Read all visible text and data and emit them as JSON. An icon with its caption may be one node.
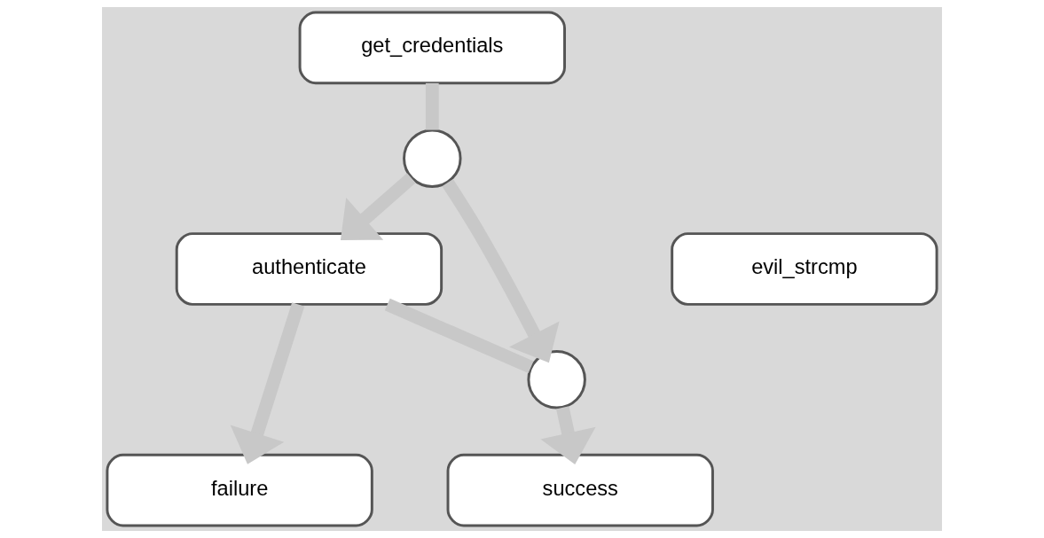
{
  "diagram": {
    "nodes": [
      {
        "text": [
          "get_credentials"
        ]
      },
      {
        "text": [],
        "shape": "circle"
      },
      {
        "text": [
          "authenticate"
        ]
      },
      {
        "text": [
          "evil_strcmp"
        ]
      },
      {
        "text": [],
        "shape": "circle"
      },
      {
        "text": [
          "failure"
        ]
      },
      {
        "text": [
          "success"
        ]
      }
    ],
    "edges": [
      {
        "from": 0,
        "to": 1,
        "arrow": "none"
      },
      {
        "from": 1,
        "to": 2,
        "arrow": "to"
      },
      {
        "from": 1,
        "to": 4,
        "arrow": "to"
      },
      {
        "from": 2,
        "to": 5,
        "arrow": "to"
      },
      {
        "from": 2,
        "to": 4,
        "arrow": "none"
      },
      {
        "from": 4,
        "to": 6,
        "arrow": "to"
      }
    ]
  }
}
